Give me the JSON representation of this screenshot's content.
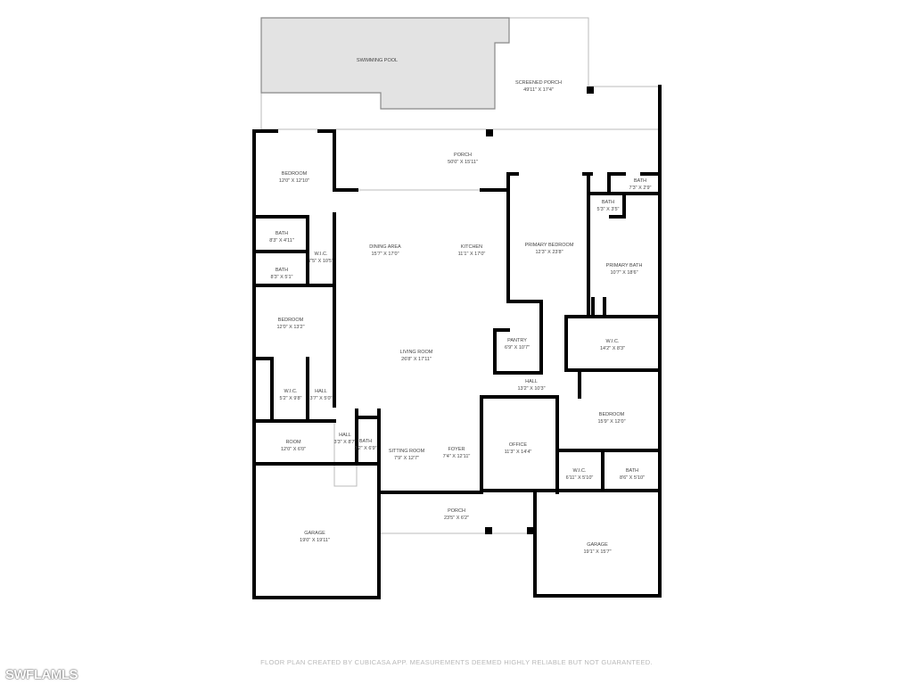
{
  "rooms": [
    {
      "name": "SWIMMING POOL",
      "size": ""
    },
    {
      "name": "SCREENED PORCH",
      "size": "49'11\" x 17'4\""
    },
    {
      "name": "PORCH",
      "size": "50'0\" x 15'11\""
    },
    {
      "name": "BEDROOM",
      "size": "12'0\" x 12'10\""
    },
    {
      "name": "BATH",
      "size": "8'3\" x 4'11\""
    },
    {
      "name": "BATH",
      "size": "8'3\" x 5'1\""
    },
    {
      "name": "W.I.C.",
      "size": "7'5\" x 10'5\""
    },
    {
      "name": "DINING AREA",
      "size": "15'7\" x 17'0\""
    },
    {
      "name": "KITCHEN",
      "size": "11'1\" x 17'0\""
    },
    {
      "name": "PRIMARY BEDROOM",
      "size": "12'3\" x 23'8\""
    },
    {
      "name": "BATH",
      "size": "7'3\" x 2'9\""
    },
    {
      "name": "BATH",
      "size": "5'3\" x 3'5\""
    },
    {
      "name": "PRIMARY BATH",
      "size": "10'7\" x 18'6\""
    },
    {
      "name": "BEDROOM",
      "size": "12'0\" x 13'2\""
    },
    {
      "name": "LIVING ROOM",
      "size": "26'8\" x 17'11\""
    },
    {
      "name": "PANTRY",
      "size": "6'9\" x 10'7\""
    },
    {
      "name": "W.I.C.",
      "size": "14'2\" x 8'3\""
    },
    {
      "name": "HALL",
      "size": "13'2\" x 10'3\""
    },
    {
      "name": "W.I.C.",
      "size": "5'2\" x 9'8\""
    },
    {
      "name": "HALL",
      "size": "3'7\" x 5'0\""
    },
    {
      "name": "ROOM",
      "size": "12'0\" x 6'0\""
    },
    {
      "name": "HALL",
      "size": "3'3\" x 8'7\""
    },
    {
      "name": "BATH",
      "size": "3'2\" x 6'9\""
    },
    {
      "name": "SITTING ROOM",
      "size": "7'9\" x 12'7\""
    },
    {
      "name": "FOYER",
      "size": "7'4\" x 12'11\""
    },
    {
      "name": "OFFICE",
      "size": "11'3\" x 14'4\""
    },
    {
      "name": "BEDROOM",
      "size": "15'9\" x 12'0\""
    },
    {
      "name": "W.I.C.",
      "size": "6'11\" x 5'10\""
    },
    {
      "name": "BATH",
      "size": "8'6\" x 5'10\""
    },
    {
      "name": "GARAGE",
      "size": "19'0\" x 19'11\""
    },
    {
      "name": "PORCH",
      "size": "23'5\" x 6'2\""
    },
    {
      "name": "GARAGE",
      "size": "19'1\" x 15'7\""
    }
  ],
  "footer": "FLOOR PLAN CREATED BY CUBICASA APP. MEASUREMENTS DEEMED HIGHLY RELIABLE BUT NOT GUARANTEED.",
  "watermark": "SWFLAMLS",
  "colors": {
    "wall": "#000000",
    "pool": "#e3e3e3",
    "thin_line": "#bbbbbb",
    "label": "#444444"
  }
}
